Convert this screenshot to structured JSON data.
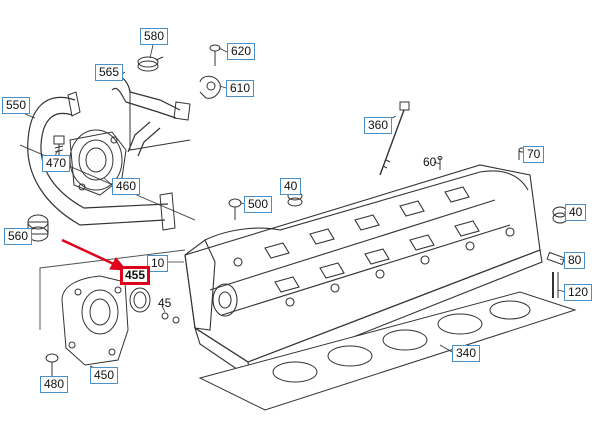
{
  "diagram": {
    "accent_color": "#e0001b",
    "label_border_color": "#4a90c8",
    "callouts": [
      {
        "text": "580",
        "boxed": true
      },
      {
        "text": "620",
        "boxed": true
      },
      {
        "text": "565",
        "boxed": true
      },
      {
        "text": "610",
        "boxed": true
      },
      {
        "text": "550",
        "boxed": true
      },
      {
        "text": "470",
        "boxed": true
      },
      {
        "text": "460",
        "boxed": true
      },
      {
        "text": "360",
        "boxed": true
      },
      {
        "text": "60",
        "boxed": false
      },
      {
        "text": "70",
        "boxed": true
      },
      {
        "text": "40",
        "boxed": true
      },
      {
        "text": "500",
        "boxed": true
      },
      {
        "text": "40",
        "boxed": true
      },
      {
        "text": "560",
        "boxed": true
      },
      {
        "text": "10",
        "boxed": true
      },
      {
        "text": "455",
        "boxed": true,
        "highlighted": true
      },
      {
        "text": "80",
        "boxed": true
      },
      {
        "text": "45",
        "boxed": false
      },
      {
        "text": "120",
        "boxed": true
      },
      {
        "text": "340",
        "boxed": true
      },
      {
        "text": "480",
        "boxed": true
      },
      {
        "text": "450",
        "boxed": true
      }
    ]
  }
}
